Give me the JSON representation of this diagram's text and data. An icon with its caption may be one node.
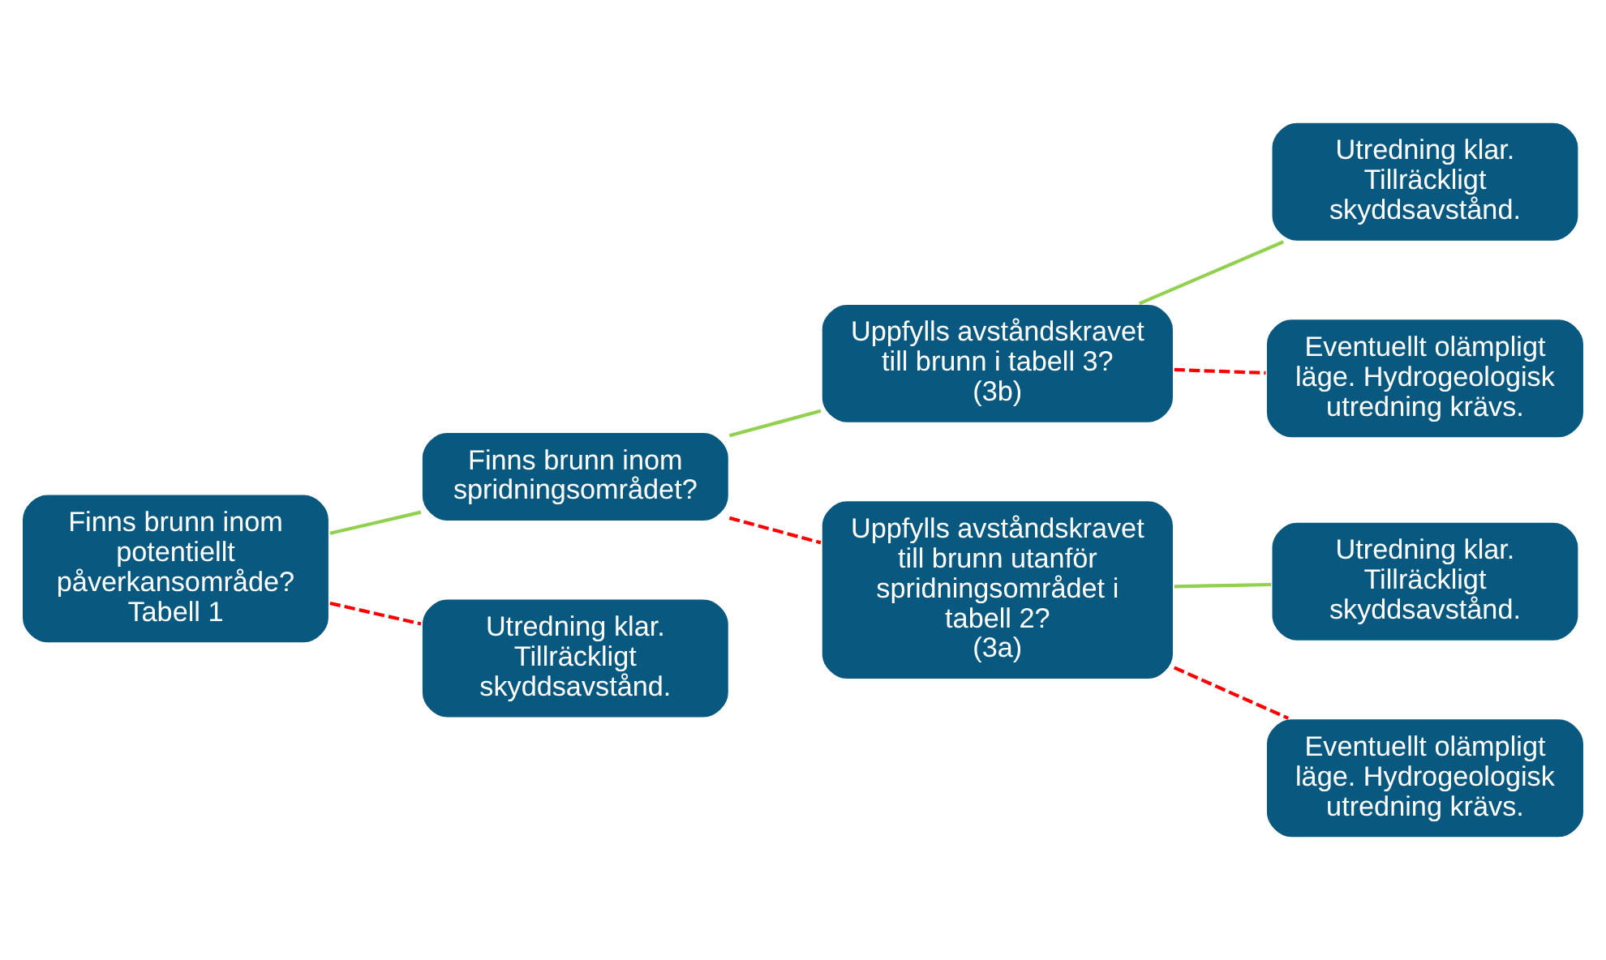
{
  "diagram": {
    "nodes": [
      {
        "text": [
          "Finns brunn inom potentiellt påverkansområde?",
          "Tabell 1"
        ]
      },
      {
        "text": [
          "Finns brunn inom spridningsområdet?"
        ]
      },
      {
        "text": [
          "Uppfylls avståndskravet till brunn i tabell 3?",
          "(3b)"
        ]
      },
      {
        "text": [
          "Utredning klar. Tillräckligt skyddsavstånd."
        ]
      },
      {
        "text": [
          "Eventuellt olämpligt läge. Hydrogeologisk utredning krävs."
        ]
      },
      {
        "text": [
          "Uppfylls avståndskravet till brunn utanför spridningsområdet i tabell 2?",
          "(3a)"
        ]
      },
      {
        "text": [
          "Utredning klar. Tillräckligt skyddsavstånd."
        ]
      },
      {
        "text": [
          "Eventuellt olämpligt läge. Hydrogeologisk utredning krävs."
        ]
      },
      {
        "text": [
          "Utredning klar. Tillräckligt skyddsavstånd."
        ]
      }
    ],
    "edges": [
      {
        "from": 0,
        "to": 1,
        "arrow": "none",
        "color": "#92d050"
      },
      {
        "from": 0,
        "to": 8,
        "arrow": "none",
        "style": "dashed",
        "color": "#ff0000"
      },
      {
        "from": 1,
        "to": 2,
        "arrow": "none",
        "color": "#92d050"
      },
      {
        "from": 1,
        "to": 5,
        "arrow": "none",
        "style": "dashed",
        "color": "#ff0000"
      },
      {
        "from": 2,
        "to": 3,
        "arrow": "none",
        "color": "#92d050"
      },
      {
        "from": 2,
        "to": 4,
        "arrow": "none",
        "style": "dashed",
        "color": "#ff0000"
      },
      {
        "from": 5,
        "to": 6,
        "arrow": "none",
        "color": "#92d050"
      },
      {
        "from": 5,
        "to": 7,
        "arrow": "none",
        "style": "dashed",
        "color": "#ff0000"
      }
    ]
  }
}
